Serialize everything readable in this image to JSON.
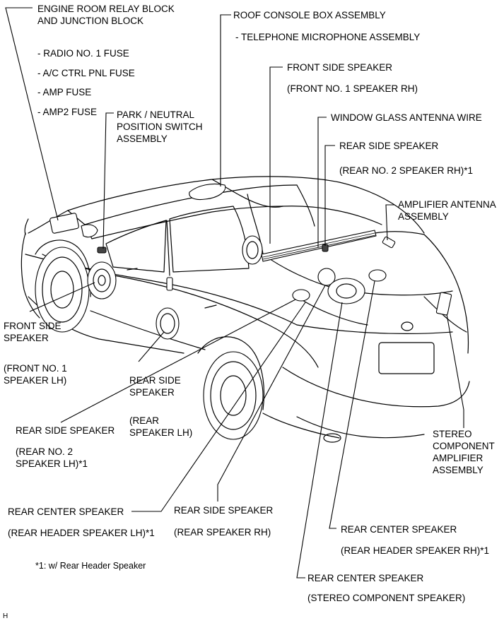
{
  "labels": {
    "engine_room": [
      "ENGINE ROOM RELAY BLOCK",
      "AND JUNCTION BLOCK"
    ],
    "fuses": [
      "- RADIO NO. 1 FUSE",
      "- A/C CTRL PNL FUSE",
      "- AMP FUSE",
      "- AMP2 FUSE"
    ],
    "park_neutral": [
      "PARK / NEUTRAL",
      "POSITION SWITCH",
      "ASSEMBLY"
    ],
    "roof_console": "ROOF CONSOLE BOX ASSEMBLY",
    "telephone_mic": "- TELEPHONE MICROPHONE ASSEMBLY",
    "front_side_rh": "FRONT SIDE SPEAKER",
    "front_side_rh_sub": "(FRONT NO. 1 SPEAKER RH)",
    "window_glass": "WINDOW GLASS ANTENNA WIRE",
    "rear_side_rh_top": "REAR SIDE SPEAKER",
    "rear_side_rh_top_sub": "(REAR NO. 2 SPEAKER RH)*1",
    "amp_antenna": [
      "AMPLIFIER ANTENNA",
      "ASSEMBLY"
    ],
    "front_side_lh": [
      "FRONT SIDE",
      "SPEAKER"
    ],
    "front_side_lh_sub": [
      "(FRONT NO. 1",
      "SPEAKER LH)"
    ],
    "rear_side_lh": [
      "REAR SIDE",
      "SPEAKER"
    ],
    "rear_side_lh_sub": [
      "(REAR",
      "SPEAKER LH)"
    ],
    "rear_side_lh2": "REAR SIDE SPEAKER",
    "rear_side_lh2_sub": [
      "(REAR NO. 2",
      "SPEAKER LH)*1"
    ],
    "stereo_amp": [
      "STEREO",
      "COMPONENT",
      "AMPLIFIER",
      "ASSEMBLY"
    ],
    "rear_center_lh": "REAR CENTER SPEAKER",
    "rear_center_lh_sub": "(REAR HEADER SPEAKER LH)*1",
    "rear_side_rh": "REAR SIDE SPEAKER",
    "rear_side_rh_sub": "(REAR SPEAKER RH)",
    "rear_center_rh": "REAR CENTER SPEAKER",
    "rear_center_rh_sub": "(REAR HEADER SPEAKER RH)*1",
    "footnote": "*1: w/ Rear Header Speaker",
    "rear_center_stereo": "REAR CENTER SPEAKER",
    "rear_center_stereo_sub": "(STEREO COMPONENT SPEAKER)",
    "corner_mark": "H"
  }
}
